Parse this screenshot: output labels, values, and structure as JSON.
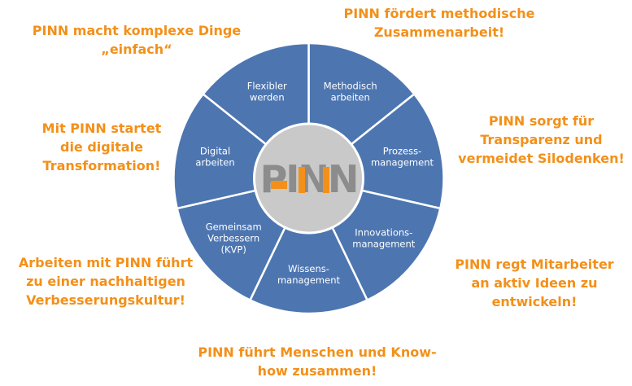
{
  "colors": {
    "accent_orange": "#f39019",
    "segment_blue": "#4d76b1",
    "hub_gray": "#c9c9c9",
    "logo_gray": "#8c8c8c"
  },
  "logo": {
    "text": "PINN"
  },
  "segments": [
    {
      "lines": [
        "Methodisch",
        "arbeiten"
      ]
    },
    {
      "lines": [
        "Prozess-",
        "management"
      ]
    },
    {
      "lines": [
        "Innovations-",
        "management"
      ]
    },
    {
      "lines": [
        "Wissens-",
        "management"
      ]
    },
    {
      "lines": [
        "Gemeinsam",
        "Verbessern",
        "(KVP)"
      ]
    },
    {
      "lines": [
        "Digital",
        "arbeiten"
      ]
    },
    {
      "lines": [
        "Flexibler",
        "werden"
      ]
    }
  ],
  "callouts": [
    {
      "lines": [
        "PINN macht komplexe Dinge",
        "„einfach“"
      ]
    },
    {
      "lines": [
        "PINN fördert methodische",
        "Zusammenarbeit!"
      ]
    },
    {
      "lines": [
        "Mit PINN startet",
        "die digitale",
        "Transformation!"
      ]
    },
    {
      "lines": [
        "PINN sorgt für",
        "Transparenz und",
        "vermeidet Silodenken!"
      ]
    },
    {
      "lines": [
        "Arbeiten mit PINN führt",
        "zu einer nachhaltigen",
        "Verbesserungskultur!"
      ]
    },
    {
      "lines": [
        "PINN regt Mitarbeiter",
        "an aktiv Ideen zu",
        "entwickeln!"
      ]
    },
    {
      "lines": [
        "PINN führt Menschen und Know-",
        "how zusammen!"
      ]
    }
  ]
}
